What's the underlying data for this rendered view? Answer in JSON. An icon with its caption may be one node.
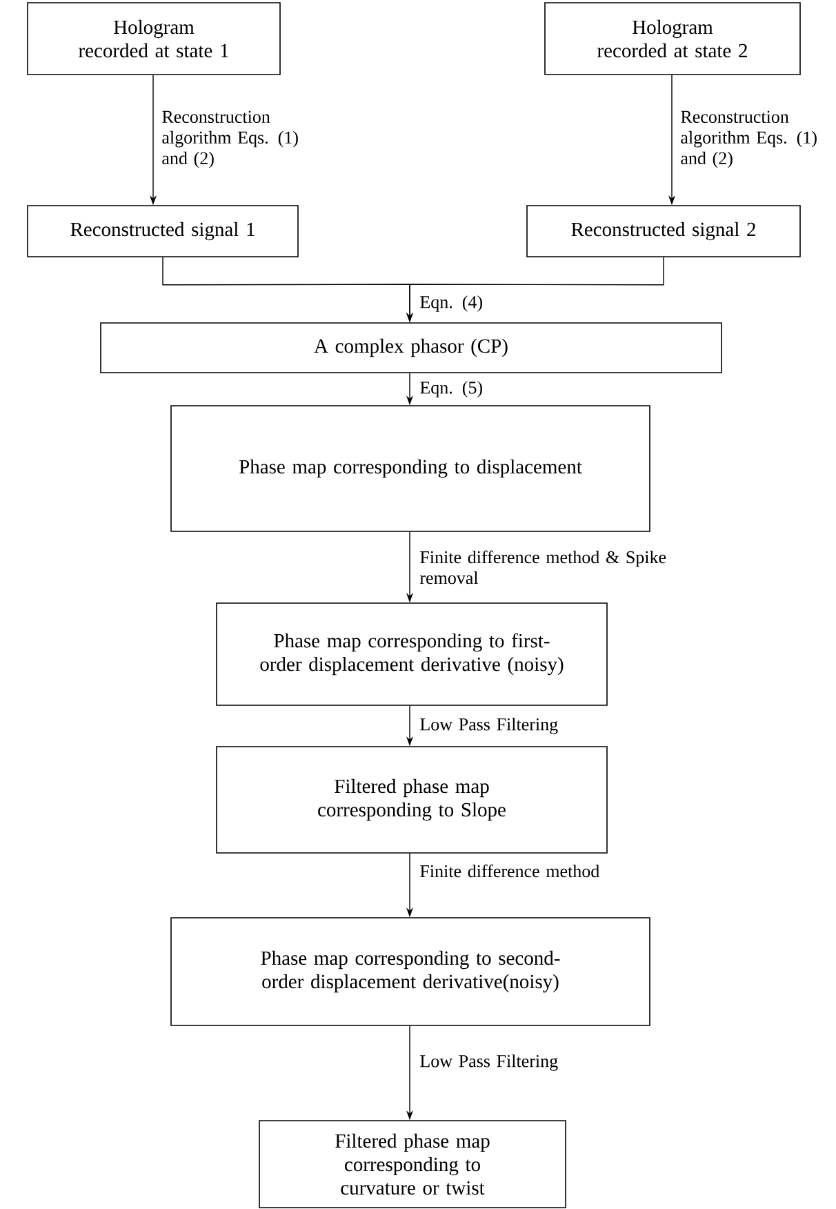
{
  "diagram": {
    "nodes": [
      {
        "text": [
          "Hologram recorded at state 1"
        ]
      },
      {
        "text": [
          "Hologram recorded at state 2"
        ]
      },
      {
        "text": [
          "Reconstructed signal 1"
        ]
      },
      {
        "text": [
          "Reconstructed signal 2"
        ]
      },
      {
        "text": [
          "A complex phasor (CP)"
        ]
      },
      {
        "text": [
          "Phase map corresponding to displacement"
        ]
      },
      {
        "text": [
          "Phase map corresponding to first-order displacement derivative (noisy)"
        ]
      },
      {
        "text": [
          "Filtered phase map corresponding to Slope"
        ]
      },
      {
        "text": [
          "Phase map corresponding to second-order displacement derivative(noisy)"
        ]
      },
      {
        "text": [
          "Filtered phase map corresponding to curvature or twist"
        ]
      }
    ],
    "edges": [
      {
        "from": 0,
        "to": 2,
        "arrow": "to",
        "label": "Reconstruction algorithm Eqs. (1) and (2)"
      },
      {
        "from": 1,
        "to": 3,
        "arrow": "to",
        "label": "Reconstruction algorithm Eqs. (1) and (2)"
      },
      {
        "from": 2,
        "to": 4,
        "arrow": "to",
        "label": "Eqn. (4)"
      },
      {
        "from": 3,
        "to": 4,
        "arrow": "to"
      },
      {
        "from": 4,
        "to": 5,
        "arrow": "to",
        "label": "Eqn. (5)"
      },
      {
        "from": 5,
        "to": 6,
        "arrow": "to",
        "label": "Finite difference method & Spike removal"
      },
      {
        "from": 6,
        "to": 7,
        "arrow": "to",
        "label": "Low Pass Filtering"
      },
      {
        "from": 7,
        "to": 8,
        "arrow": "to",
        "label": "Finite difference method"
      },
      {
        "from": 8,
        "to": 9,
        "arrow": "to",
        "label": "Low Pass Filtering"
      }
    ]
  }
}
